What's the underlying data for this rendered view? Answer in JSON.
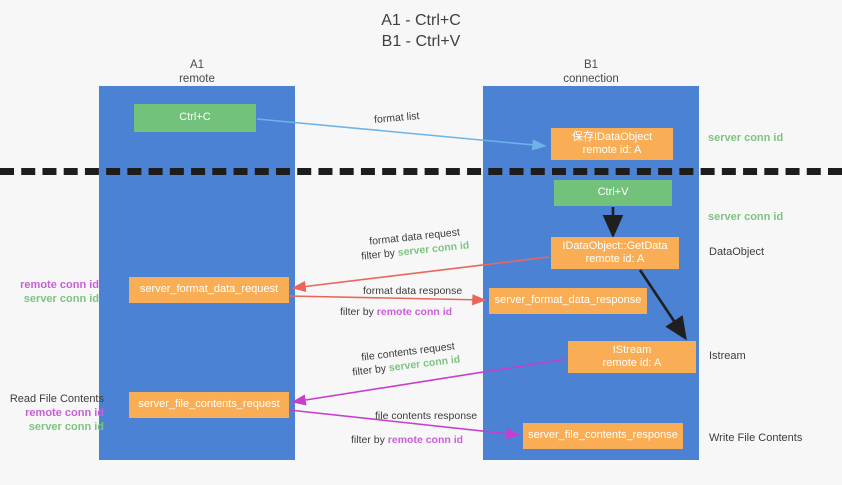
{
  "title": {
    "line1": "A1 - Ctrl+C",
    "line2": "B1 - Ctrl+V"
  },
  "lanes": [
    {
      "id": "a1",
      "name": "A1",
      "role": "remote",
      "color": "#4b82d4"
    },
    {
      "id": "b1",
      "name": "B1",
      "role": "connection",
      "color": "#4b82d4"
    }
  ],
  "colors": {
    "lane": "#4b82d4",
    "green_box": "#72c27b",
    "orange_box": "#f9ad54",
    "server_conn_id": "#7cc47f",
    "remote_conn_id": "#c95fd8",
    "arrow_blue": "#6cb3e8",
    "arrow_red": "#e8675a",
    "arrow_magenta": "#c73ecd",
    "arrow_dark": "#1f1f1f",
    "divider": "#1d1d1d"
  },
  "boxes": {
    "ctrl_c": "Ctrl+C",
    "ctrl_v": "Ctrl+V",
    "idataobject_title": "保存IDataObject",
    "idataobject_sub": "remote id: A",
    "getdata_title": "IDataObject::GetData",
    "getdata_sub": "remote id: A",
    "istream_title": "IStream",
    "istream_sub": "remote id: A",
    "server_format_data_request": "server_format_data_request",
    "server_format_data_response": "server_format_data_response",
    "server_file_contents_request": "server_file_contents_request",
    "server_file_contents_response": "server_file_contents_response"
  },
  "captions": {
    "format_list": "format list",
    "format_data_request": "format data request",
    "format_data_response": "format data response",
    "file_contents_request": "file contents request",
    "file_contents_response": "file contents response",
    "filter_by": "filter by ",
    "server_conn_id": "server conn id",
    "remote_conn_id": "remote conn id"
  },
  "right_labels": {
    "server_conn_id_top": "server conn id",
    "server_conn_id_mid": "server conn id",
    "dataobject": "DataObject",
    "istream": "Istream",
    "write_file_contents": "Write File Contents"
  },
  "left_labels": {
    "remote_conn_id": "remote conn id",
    "server_conn_id": "server conn id",
    "read_file_contents": "Read File Contents"
  }
}
